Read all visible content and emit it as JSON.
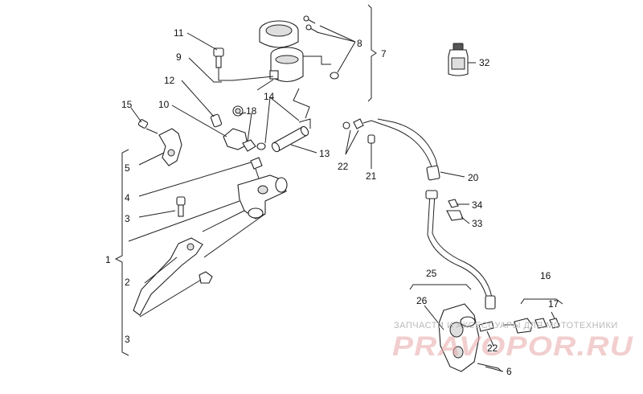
{
  "callouts": {
    "c1": "1",
    "c2": "2",
    "c3a": "3",
    "c3b": "3",
    "c4": "4",
    "c5": "5",
    "c6": "6",
    "c7": "7",
    "c8": "8",
    "c9": "9",
    "c10": "10",
    "c11": "11",
    "c12": "12",
    "c13": "13",
    "c14": "14",
    "c15": "15",
    "c16": "16",
    "c17": "17",
    "c18": "18",
    "c20": "20",
    "c21": "21",
    "c22a": "22",
    "c22b": "22",
    "c25": "25",
    "c26": "26",
    "c32": "32",
    "c33": "33",
    "c34": "34"
  },
  "watermark": {
    "top_text": "ЗАПЧАСТИ И АКСЕССУАРЫ ДЛЯ МОТОТЕХНИКИ",
    "brand_text": "PRAVOPOR.RU"
  },
  "colors": {
    "line": "#222222",
    "watermark_red": "#e8a5a5",
    "watermark_gray": "#b9b9b9"
  }
}
